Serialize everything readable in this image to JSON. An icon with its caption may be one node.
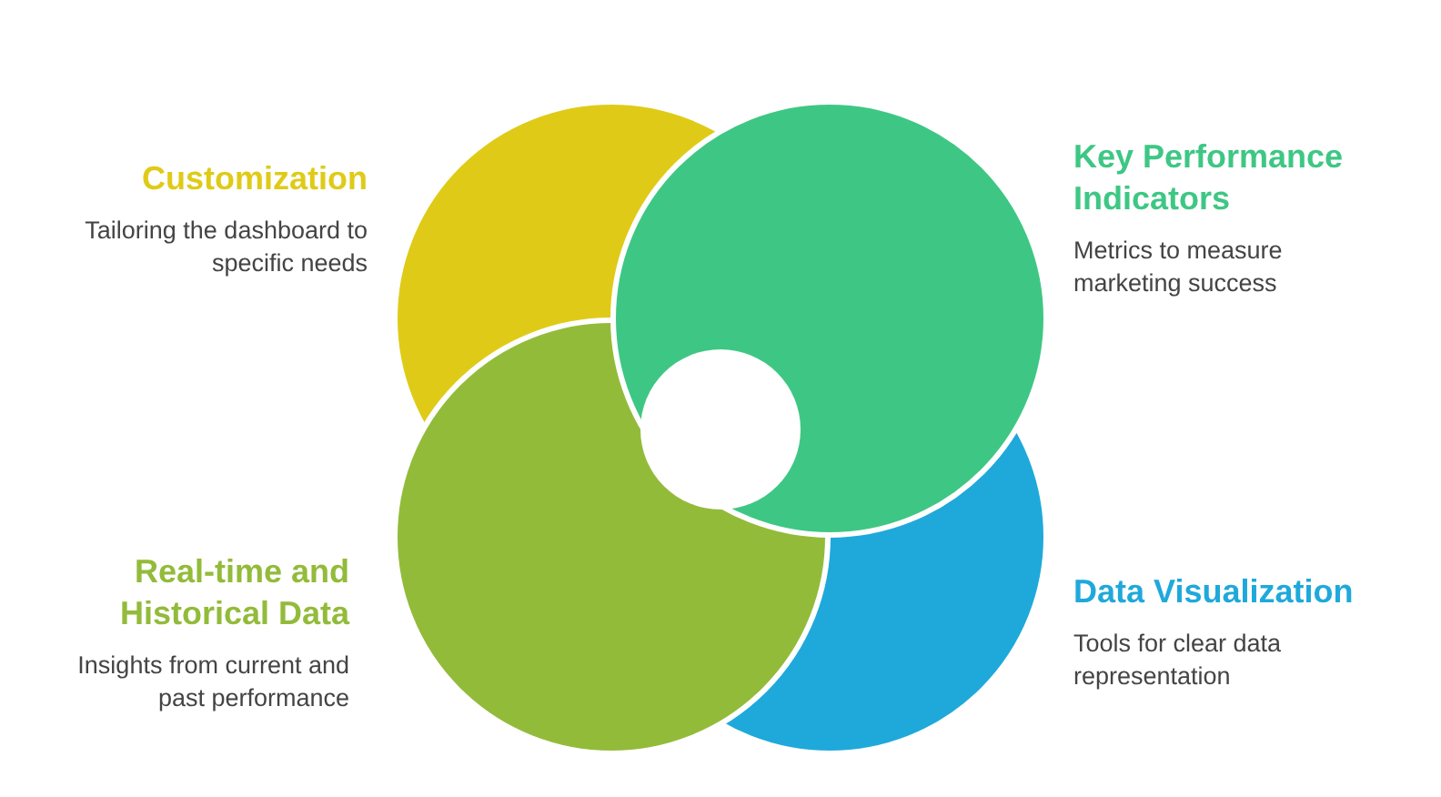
{
  "diagram": {
    "nodes": [
      {
        "text": [
          "Customization",
          "Tailoring the dashboard to specific needs"
        ]
      },
      {
        "text": [
          "Key Performance Indicators",
          "Metrics to measure marketing success"
        ]
      },
      {
        "text": [
          "Real-time and Historical Data",
          "Insights from current and past performance"
        ]
      },
      {
        "text": [
          "Data Visualization",
          "Tools for clear data representation"
        ]
      }
    ]
  }
}
